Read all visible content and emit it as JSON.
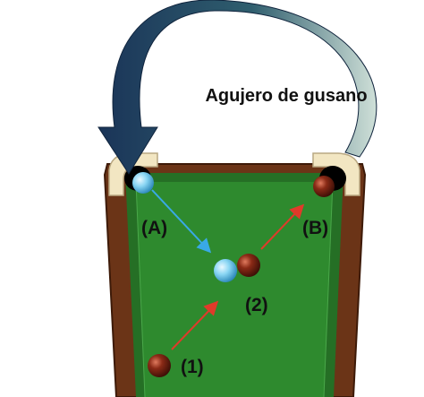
{
  "title": "Agujero de gusano",
  "labels": {
    "pocket_a": "(A)",
    "pocket_b": "(B)",
    "collision": "(2)",
    "start": "(1)"
  },
  "colors": {
    "felt": "#2e8a2e",
    "felt_dark": "#1f6d1f",
    "rail_wood": "#6b3417",
    "corner_cap": "#f2e6c2",
    "pocket": "#000000",
    "wormhole_arrow_dark": "#1a3458",
    "wormhole_arrow_light": "#c9dcd6",
    "cue_ball": "#7fd0f2",
    "object_ball": "#7a1e10",
    "red_arrow": "#e03a2a",
    "blue_arrow": "#39a9e6"
  },
  "icons": {
    "wormhole": "curved-arrow-icon",
    "trajectory": "straight-arrow-icon"
  }
}
